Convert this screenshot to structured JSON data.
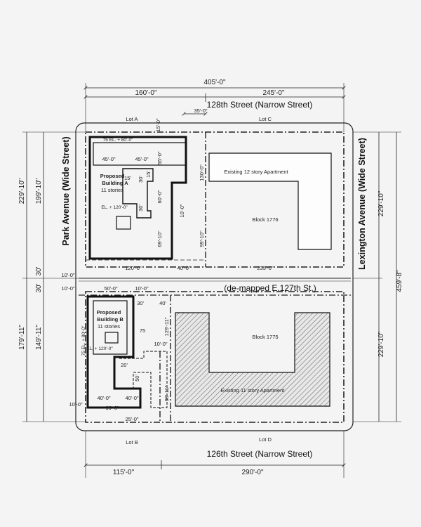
{
  "streets": {
    "north": "128th Street (Narrow Street)",
    "south": "126th Street (Narrow Street)",
    "west": "Park Avenue (Wide Street)",
    "east": "Lexington Avenue (Wide Street)",
    "middle": "(de-mapped E.127th St.)"
  },
  "lots": {
    "a": "Lot A",
    "b": "Lot B",
    "c": "Lot C",
    "d": "Lot D"
  },
  "blocks": {
    "north": "Block 1776",
    "south": "Block 1775"
  },
  "existing": {
    "north": "Existing 12 story Apartment",
    "south": "Existing 11 story Apartment"
  },
  "building_a": {
    "line1": "Proposed",
    "line2": "Building A",
    "line3": "11 stories",
    "el_top": "75 EL. + 80'-0\"",
    "el_main": "EL. + 120'-0\""
  },
  "building_b": {
    "line1": "Proposed",
    "line2": "Building B",
    "line3": "11 stories",
    "el_top": "75 EL. + 80'-0\"",
    "el_main": "EL. + 120'-0\""
  },
  "dims": {
    "total_width": "405'-0\"",
    "top_left": "160'-0\"",
    "top_right": "245'-0\"",
    "d35": "35'-0\"",
    "d15": "15'-0\"",
    "d45a": "45'-0\"",
    "d45b": "45'-0\"",
    "d55": "55'-0\"",
    "d15b": "15'",
    "d30a": "30'",
    "d15c": "15'",
    "d60": "60'-0\"",
    "d30b": "30'",
    "d69": "69'-10\"",
    "d130": "130'-0\"",
    "d10a": "10'-0\"",
    "d99a": "99'-10\"",
    "d120": "120'-0\"",
    "d40a": "40'-0\"",
    "d235": "235'-0\"",
    "d10b": "10'-0\"",
    "d10c": "10'-0\"",
    "d50": "50'-0\"",
    "d10d": "10'-0\"",
    "d30c": "30'",
    "d40b": "40'",
    "d75": "75",
    "d10e": "10'-0\"",
    "d20": "20'",
    "d50b": "50'",
    "d99b": "99'-11\"",
    "d40c": "40'-0\"",
    "d40d": "40'-0\"",
    "d90": "90'-0\"",
    "d25": "25'-0\"",
    "d10f": "10'-0\"",
    "d129": "129'-11\"",
    "left_upper_outer": "229'-10\"",
    "left_upper_inner": "199'-10\"",
    "left_30a": "30'",
    "left_30b": "30'",
    "left_lower_outer": "179'-11\"",
    "left_lower_inner": "149'-11\"",
    "right_upper": "229'-10\"",
    "right_lower": "229'-10\"",
    "right_total": "459'-8\"",
    "bottom_left": "115'-0\"",
    "bottom_right": "290'-0\""
  }
}
